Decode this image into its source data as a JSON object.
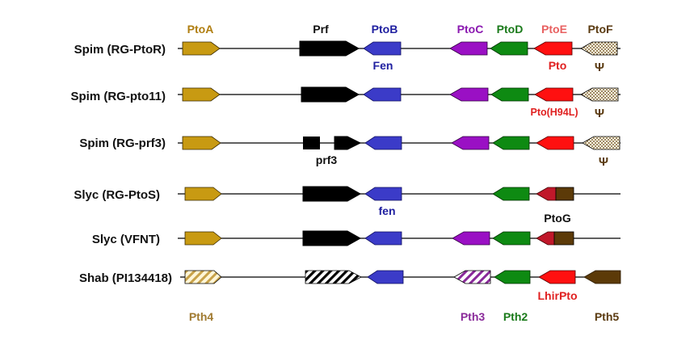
{
  "colors": {
    "PtoA": "#C89A12",
    "Prf": "#000000",
    "PtoB": "#3B3BC8",
    "PtoC": "#9A10C4",
    "PtoD": "#0E8A12",
    "PtoE": "#FF1010",
    "PtoF_bg": "#FFF8E0",
    "PtoF_dot": "#5A3A10",
    "PtoG_red": "#C0182A",
    "PtoG_brown": "#5C3A08",
    "Pth4": "#C8A24A",
    "Pth3": "#8A2A9A",
    "Pth5": "#5C3A08",
    "line": "#000000",
    "label_dark": "#111111",
    "label_red": "#E02020",
    "label_pink": "#E86060",
    "label_brown": "#5A3A10",
    "label_blue": "#2020A0",
    "label_green": "#1A7A1A",
    "label_purple": "#8A18B0",
    "label_gold": "#B07E10",
    "label_pth4": "#A07A30",
    "label_pth5": "#5A3A10",
    "label_pth3": "#8A2A9A"
  },
  "top_labels": [
    {
      "text": "PtoA",
      "color_key": "label_gold"
    },
    {
      "text": "Prf",
      "color_key": "label_dark"
    },
    {
      "text": "PtoB",
      "color_key": "label_blue"
    },
    {
      "text": "PtoC",
      "color_key": "label_purple"
    },
    {
      "text": "PtoD",
      "color_key": "label_green"
    },
    {
      "text": "PtoE",
      "color_key": "label_pink"
    },
    {
      "text": "PtoF",
      "color_key": "label_brown"
    }
  ],
  "rows": [
    {
      "name": "Spim (RG-PtoR)",
      "genes": [
        "PtoA",
        "Prf",
        "PtoB",
        "PtoC",
        "PtoD",
        "PtoE",
        "PtoF"
      ],
      "annotations": [
        {
          "text": "Fen",
          "near": "PtoB",
          "color_key": "label_blue"
        },
        {
          "text": "Pto",
          "near": "PtoE",
          "color_key": "label_red"
        },
        {
          "text": "Ψ",
          "near": "PtoF",
          "color_key": "label_brown"
        }
      ]
    },
    {
      "name": "Spim (RG-pto11)",
      "genes": [
        "PtoA",
        "Prf",
        "PtoB",
        "PtoC",
        "PtoD",
        "PtoE",
        "PtoF"
      ],
      "annotations": [
        {
          "text": "Pto(H94L)",
          "near": "PtoE",
          "color_key": "label_red"
        },
        {
          "text": "Ψ",
          "near": "PtoF",
          "color_key": "label_brown"
        }
      ]
    },
    {
      "name": "Spim (RG-prf3)",
      "genes": [
        "PtoA",
        "Prf-deleted",
        "PtoB",
        "PtoC",
        "PtoD",
        "PtoE",
        "PtoF"
      ],
      "annotations": [
        {
          "text": "prf3",
          "near": "Prf",
          "color_key": "label_dark"
        },
        {
          "text": "Ψ",
          "near": "PtoF",
          "color_key": "label_brown"
        }
      ]
    },
    {
      "name": "Slyc (RG-PtoS)",
      "genes": [
        "PtoA",
        "Prf",
        "PtoB",
        "PtoD",
        "PtoG"
      ],
      "annotations": [
        {
          "text": "fen",
          "near": "PtoB",
          "color_key": "label_blue"
        },
        {
          "text": "PtoG",
          "near": "PtoG",
          "color_key": "label_dark"
        }
      ]
    },
    {
      "name": "Slyc (VFNT)",
      "genes": [
        "PtoA",
        "Prf",
        "PtoB",
        "PtoC",
        "PtoD",
        "PtoG"
      ],
      "annotations": []
    },
    {
      "name": "Shab (PI134418)",
      "genes": [
        "Pth4",
        "Prf-hatched",
        "PtoB",
        "Pth3",
        "PtoD",
        "PtoE",
        "Pth5"
      ],
      "annotations": [
        {
          "text": "LhirPto",
          "near": "PtoE",
          "color_key": "label_red"
        }
      ]
    }
  ],
  "bottom_labels": [
    {
      "text": "Pth4",
      "color_key": "label_pth4"
    },
    {
      "text": "Pth3",
      "color_key": "label_pth3"
    },
    {
      "text": "Pth2",
      "color_key": "label_green"
    },
    {
      "text": "Pth5",
      "color_key": "label_pth5"
    }
  ]
}
